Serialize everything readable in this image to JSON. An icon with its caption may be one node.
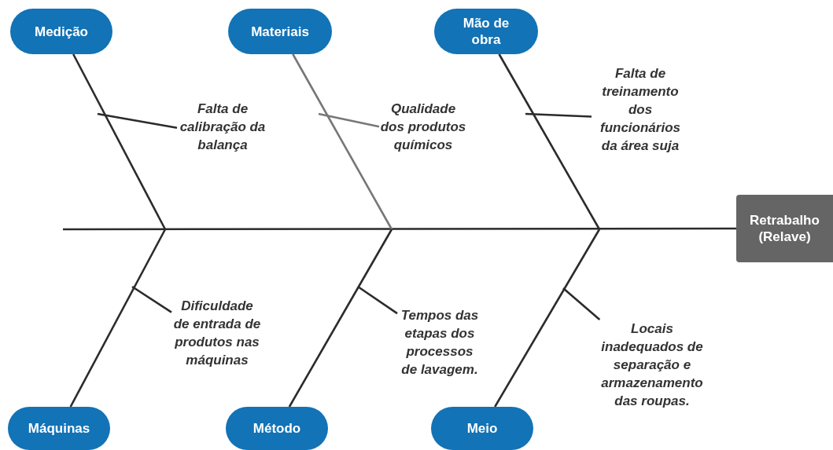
{
  "diagram": {
    "nodes": [
      {
        "text": [
          "Medição"
        ]
      },
      {
        "text": [
          "Materiais"
        ]
      },
      {
        "text": [
          "Mão de obra"
        ]
      },
      {
        "text": [
          "Máquinas"
        ]
      },
      {
        "text": [
          "Método"
        ]
      },
      {
        "text": [
          "Meio"
        ]
      },
      {
        "text": [
          "Retrabalho (Relave)"
        ]
      },
      {
        "text": [
          "Falta de calibração da balança"
        ]
      },
      {
        "text": [
          "Qualidade dos produtos químicos"
        ]
      },
      {
        "text": [
          "Falta de treinamento dos funcionários da área suja"
        ]
      },
      {
        "text": [
          "Dificuldade de entrada de produtos nas máquinas"
        ]
      },
      {
        "text": [
          "Tempos das etapas dos processos de lavagem."
        ]
      },
      {
        "text": [
          "Locais inadequados de separação e armazenamento das roupas."
        ]
      }
    ],
    "edges": [
      {
        "from": null,
        "to": 6,
        "arrow": "none"
      },
      {
        "from": 0,
        "to": null,
        "arrow": "none"
      },
      {
        "from": 1,
        "to": null,
        "arrow": "none",
        "color": "#777777"
      },
      {
        "from": 2,
        "to": null,
        "arrow": "none"
      },
      {
        "from": 3,
        "to": null,
        "arrow": "none"
      },
      {
        "from": 4,
        "to": null,
        "arrow": "none"
      },
      {
        "from": 5,
        "to": null,
        "arrow": "none"
      },
      {
        "from": 7,
        "to": null,
        "arrow": "none"
      },
      {
        "from": 8,
        "to": null,
        "arrow": "none",
        "color": "#777777"
      },
      {
        "from": 9,
        "to": null,
        "arrow": "none"
      },
      {
        "from": 10,
        "to": null,
        "arrow": "none"
      },
      {
        "from": 11,
        "to": null,
        "arrow": "none"
      },
      {
        "from": 12,
        "to": null,
        "arrow": "none"
      }
    ]
  }
}
